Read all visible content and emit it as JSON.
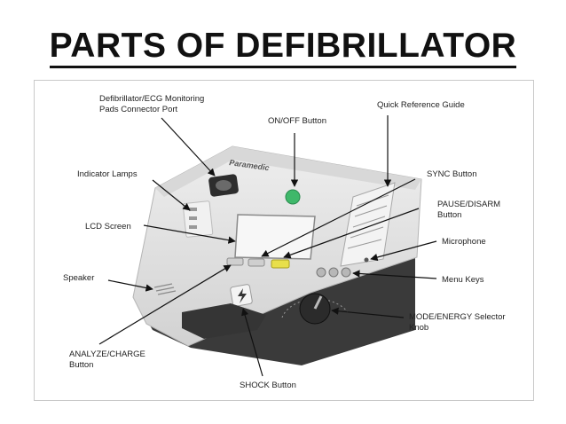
{
  "title": "PARTS OF DEFIBRILLATOR",
  "device": {
    "brand": "Paramedic"
  },
  "labels": {
    "connector_port_1": "Defibrillator/ECG Monitoring",
    "connector_port_2": "Pads Connector Port",
    "on_off": "ON/OFF Button",
    "quick_ref": "Quick Reference Guide",
    "indicator_lamps": "Indicator Lamps",
    "sync": "SYNC Button",
    "pause_1": "PAUSE/DISARM",
    "pause_2": "Button",
    "lcd": "LCD Screen",
    "microphone": "Microphone",
    "speaker": "Speaker",
    "menu_keys": "Menu Keys",
    "mode_1": "MODE/ENERGY Selector",
    "mode_2": "Knob",
    "analyze_1": "ANALYZE/CHARGE",
    "analyze_2": "Button",
    "shock": "SHOCK Button"
  },
  "colors": {
    "body": "#e4e4e4",
    "power_button": "#3fb86a",
    "yellow_key": "#e8df4a",
    "knob": "#2b2b2b"
  }
}
